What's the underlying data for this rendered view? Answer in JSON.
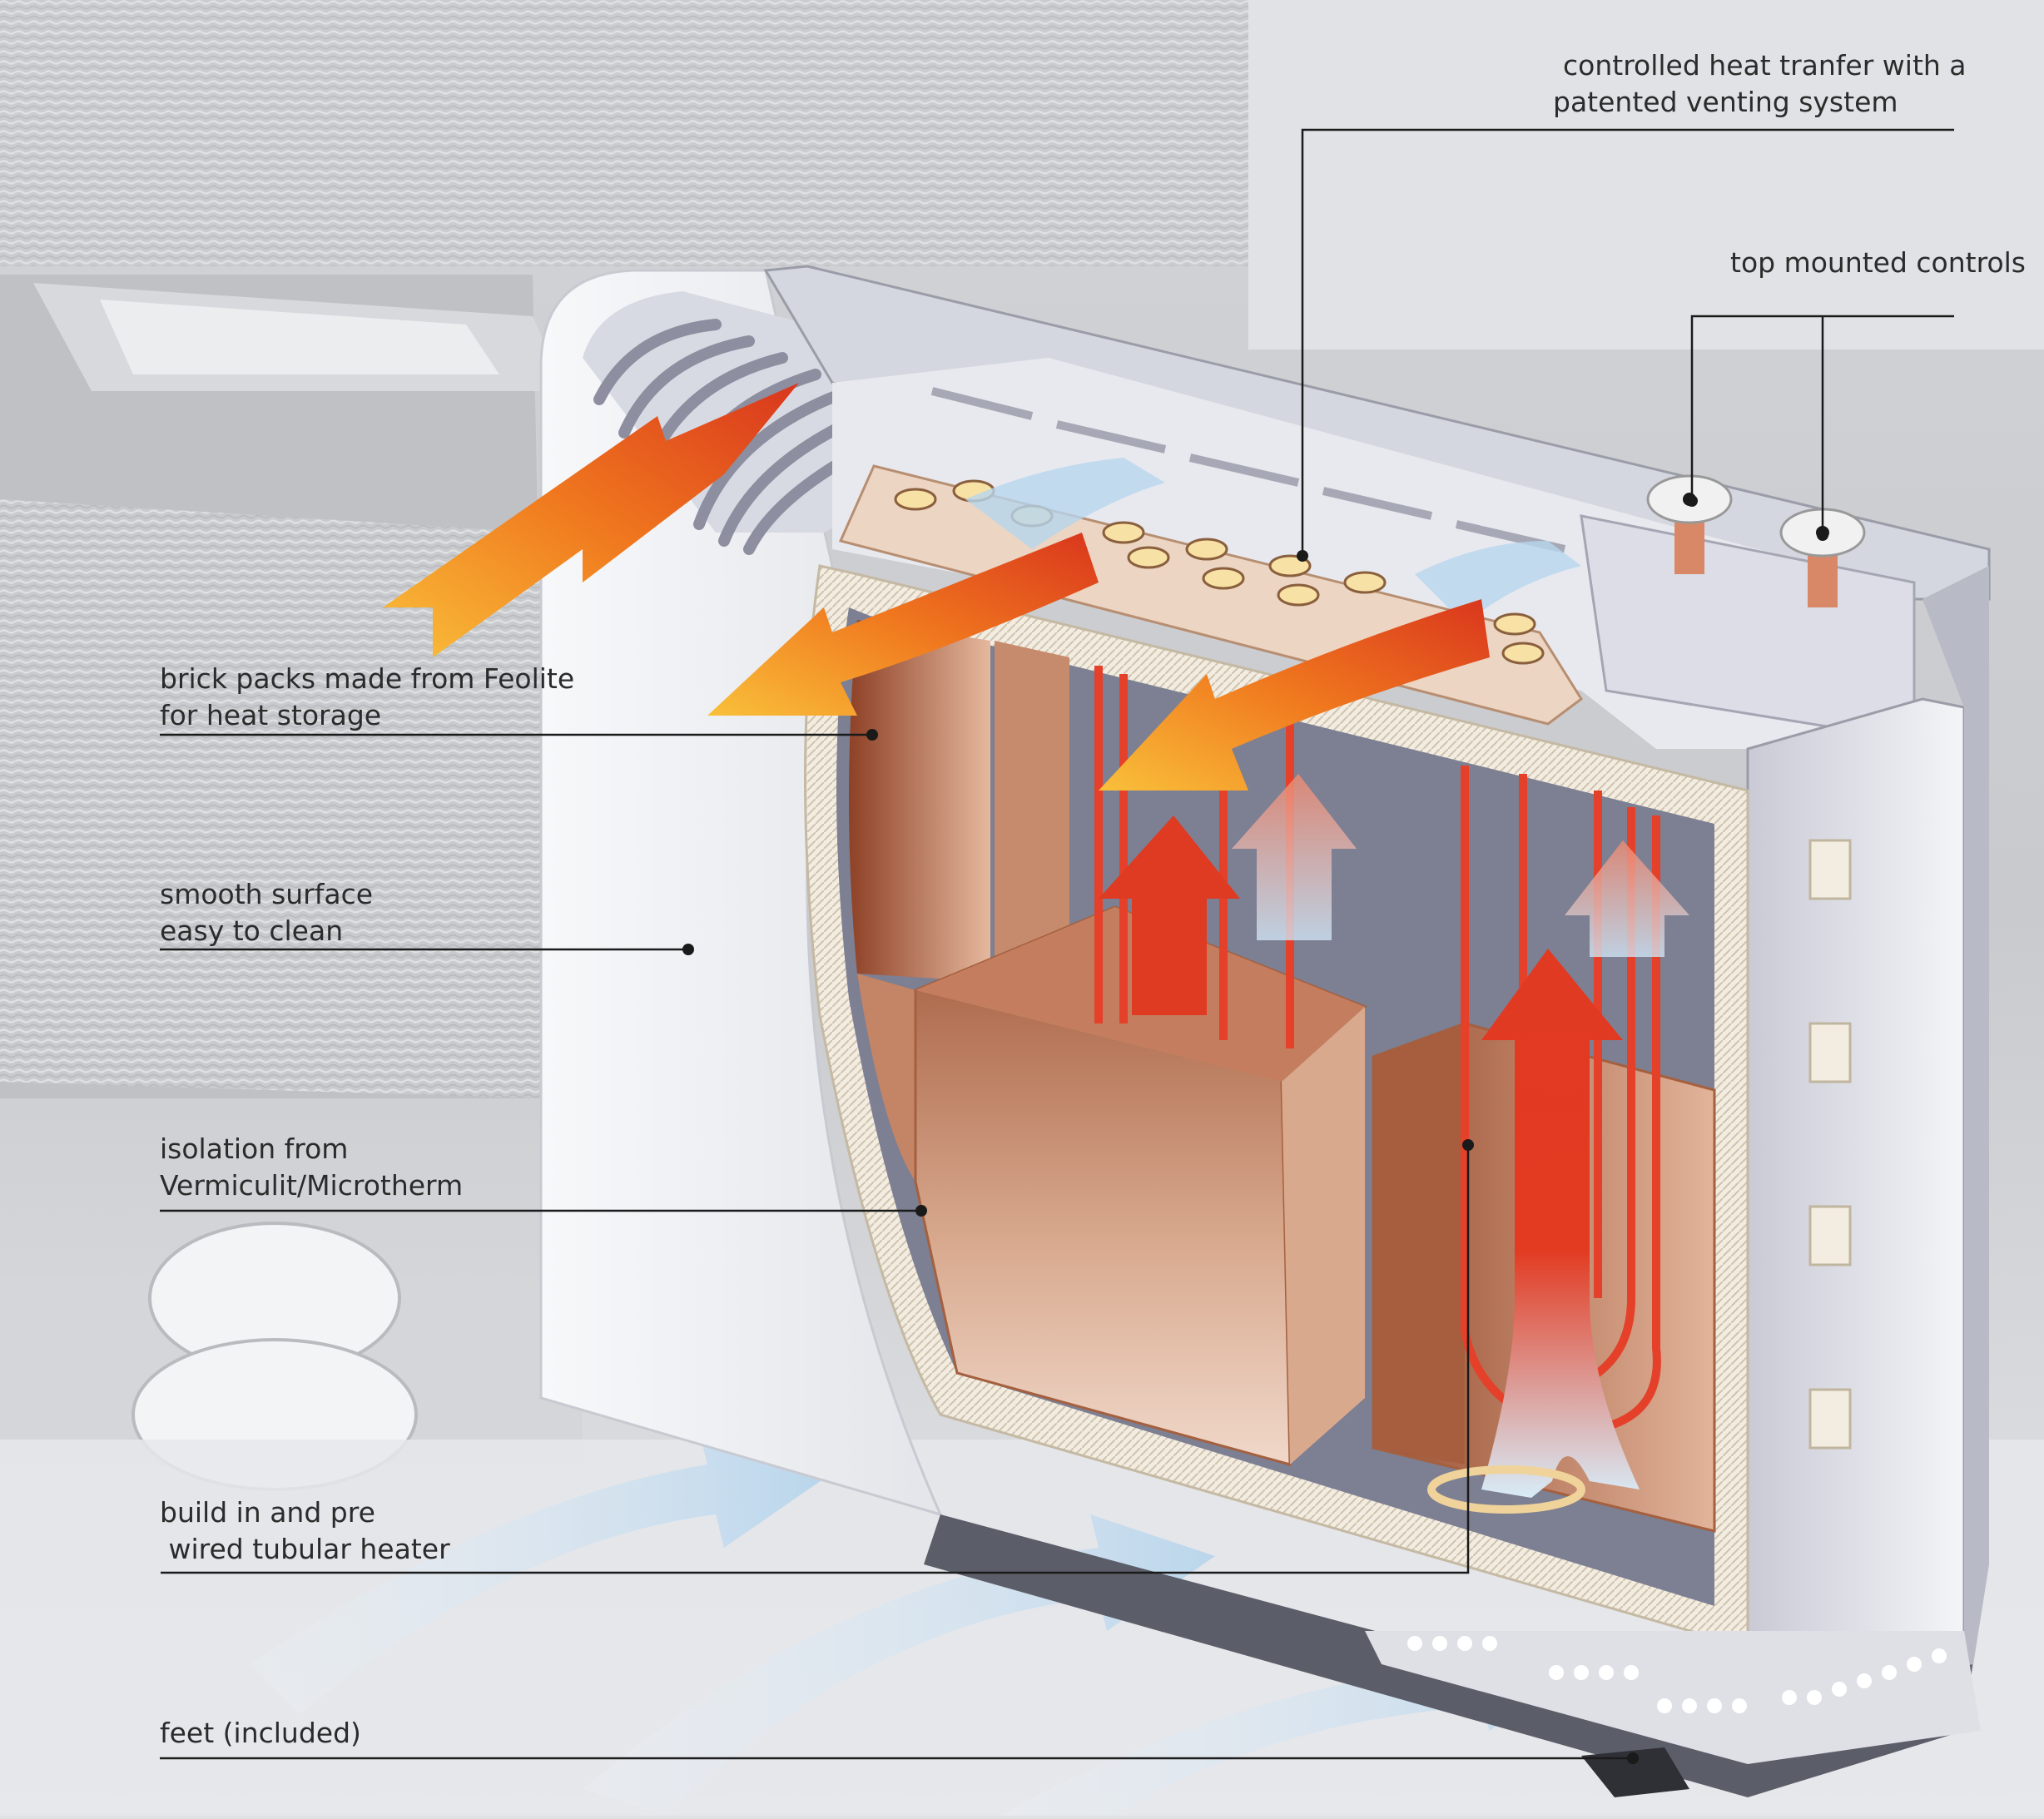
{
  "callouts": {
    "venting": {
      "lines": [
        "controlled heat tranfer with a",
        "patented venting system"
      ]
    },
    "controls": {
      "lines": [
        "top mounted controls"
      ]
    },
    "bricks": {
      "lines": [
        "brick packs made from Feolite",
        "for heat storage"
      ]
    },
    "surface": {
      "lines": [
        "smooth surface",
        "easy to clean"
      ]
    },
    "isolation": {
      "lines": [
        "isolation from",
        "Vermiculit/Microtherm"
      ]
    },
    "heater": {
      "lines": [
        "build in and pre",
        " wired tubular heater"
      ]
    },
    "feet": {
      "lines": [
        "feet (included)"
      ]
    }
  },
  "colors": {
    "background": "#dfe1e4",
    "casing": "#eef0f3",
    "casing_shadow": "#9a9ca8",
    "brick": "#a85a3a",
    "brick_light": "#e9c7b4",
    "insulation": "#f1e9dc",
    "element": "#e4402a",
    "hot_arrow": "#f28a1e",
    "hot_arrow_tip": "#f7b43a",
    "cold_arrow": "#b8d8ee",
    "leader": "#1a1a1a"
  }
}
